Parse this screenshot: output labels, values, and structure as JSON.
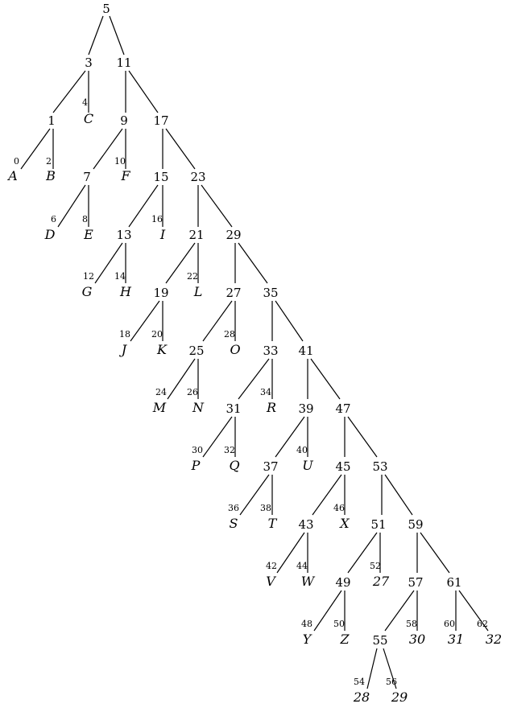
{
  "tree": {
    "internal_nodes": [
      "5",
      "3",
      "11",
      "1",
      "9",
      "17",
      "7",
      "15",
      "23",
      "13",
      "21",
      "29",
      "19",
      "27",
      "35",
      "25",
      "33",
      "41",
      "31",
      "39",
      "47",
      "37",
      "45",
      "53",
      "43",
      "51",
      "59",
      "49",
      "57",
      "61",
      "55"
    ],
    "leaves": [
      {
        "num": "0",
        "label": "A"
      },
      {
        "num": "2",
        "label": "B"
      },
      {
        "num": "4",
        "label": "C"
      },
      {
        "num": "6",
        "label": "D"
      },
      {
        "num": "8",
        "label": "E"
      },
      {
        "num": "10",
        "label": "F"
      },
      {
        "num": "12",
        "label": "G"
      },
      {
        "num": "14",
        "label": "H"
      },
      {
        "num": "16",
        "label": "I"
      },
      {
        "num": "18",
        "label": "J"
      },
      {
        "num": "20",
        "label": "K"
      },
      {
        "num": "22",
        "label": "L"
      },
      {
        "num": "24",
        "label": "M"
      },
      {
        "num": "26",
        "label": "N"
      },
      {
        "num": "28",
        "label": "O"
      },
      {
        "num": "30",
        "label": "P"
      },
      {
        "num": "32",
        "label": "Q"
      },
      {
        "num": "34",
        "label": "R"
      },
      {
        "num": "36",
        "label": "S"
      },
      {
        "num": "38",
        "label": "T"
      },
      {
        "num": "40",
        "label": "U"
      },
      {
        "num": "42",
        "label": "V"
      },
      {
        "num": "44",
        "label": "W"
      },
      {
        "num": "46",
        "label": "X"
      },
      {
        "num": "48",
        "label": "Y"
      },
      {
        "num": "50",
        "label": "Z"
      },
      {
        "num": "52",
        "label": "27"
      },
      {
        "num": "54",
        "label": "28"
      },
      {
        "num": "56",
        "label": "29"
      },
      {
        "num": "58",
        "label": "30"
      },
      {
        "num": "60",
        "label": "31"
      },
      {
        "num": "62",
        "label": "32"
      }
    ]
  }
}
